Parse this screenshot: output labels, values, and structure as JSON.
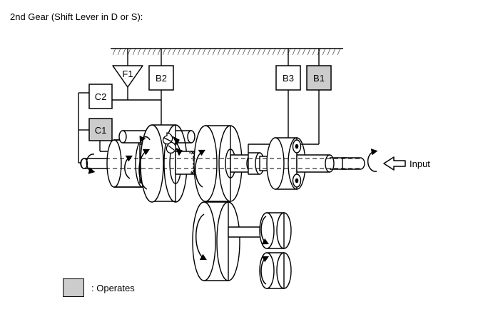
{
  "page": {
    "title": "2nd Gear (Shift Lever in D or S):"
  },
  "colors": {
    "operates_fill": "#cccccc",
    "idle_fill": "#ffffff",
    "stroke": "#000000",
    "background": "#ffffff"
  },
  "elements": {
    "f1": {
      "label": "F1",
      "shape": "triangle",
      "state": "idle"
    },
    "b2": {
      "label": "B2",
      "shape": "square",
      "state": "idle"
    },
    "b3": {
      "label": "B3",
      "shape": "square",
      "state": "idle"
    },
    "b1": {
      "label": "B1",
      "shape": "square",
      "state": "operates"
    },
    "c2": {
      "label": "C2",
      "shape": "square",
      "state": "idle"
    },
    "c1": {
      "label": "C1",
      "shape": "square",
      "state": "operates"
    }
  },
  "annotations": {
    "input_label": "Input",
    "input_arrow": "arrow-left-hollow",
    "rotation_arrow": "curved-rotation-arrow",
    "ground_hatch": "hatched-ground-line"
  },
  "legend": {
    "swatch_state": "operates",
    "text": ": Operates"
  }
}
